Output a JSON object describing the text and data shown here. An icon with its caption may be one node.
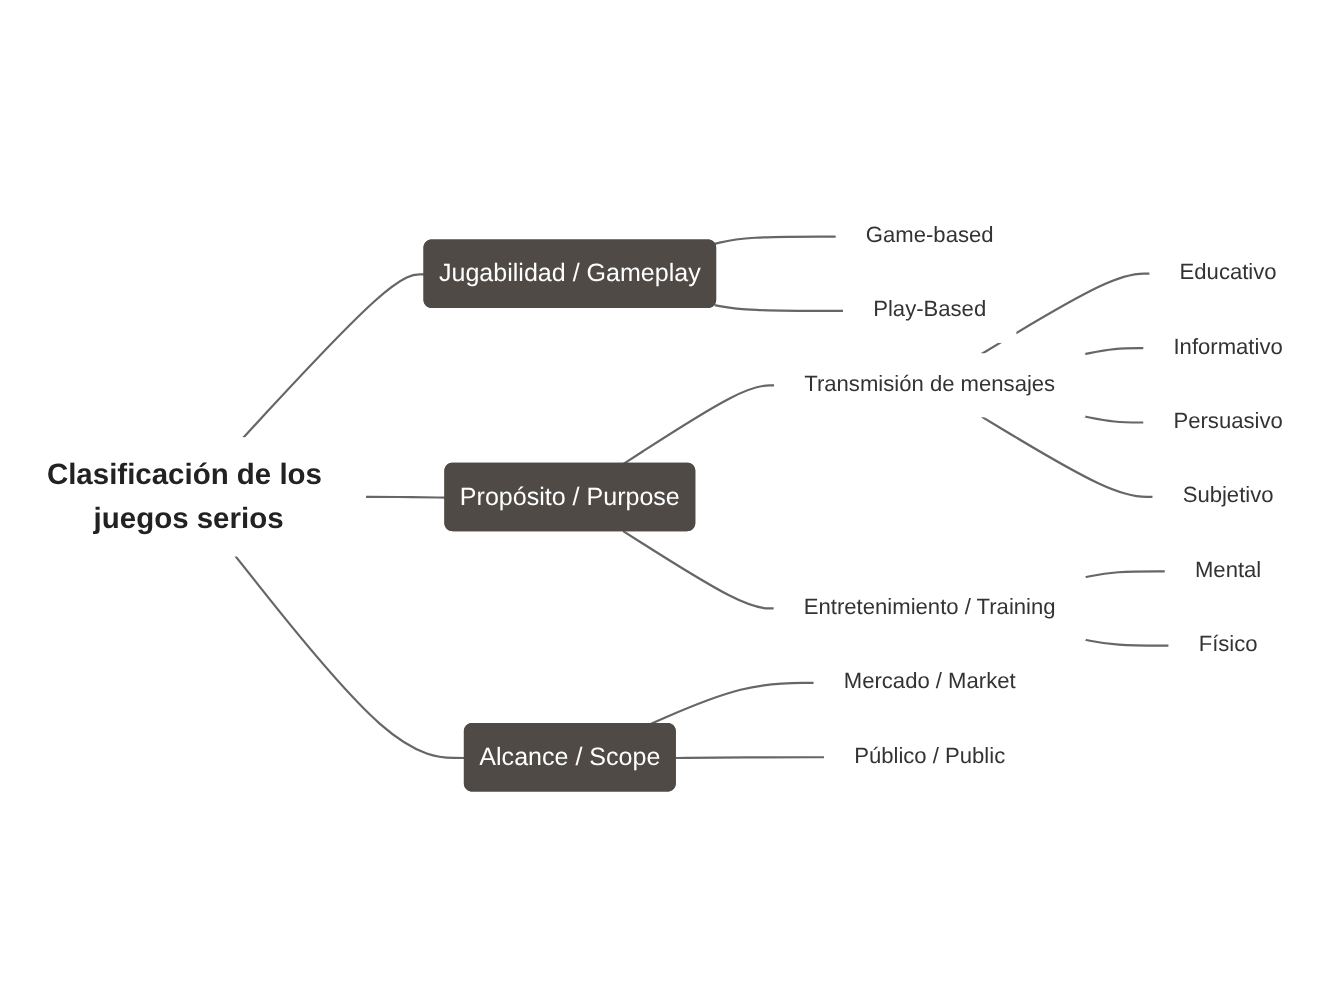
{
  "diagram": {
    "nodes": [
      {
        "text": [
          "Clasificación de los juegos serios"
        ]
      },
      {
        "text": [
          "Jugabilidad / Gameplay"
        ]
      },
      {
        "text": [
          "Game-based"
        ]
      },
      {
        "text": [
          "Play-Based"
        ]
      },
      {
        "text": [
          "Propósito / Purpose"
        ]
      },
      {
        "text": [
          "Transmisión de mensajes"
        ]
      },
      {
        "text": [
          "Educativo"
        ]
      },
      {
        "text": [
          "Informativo"
        ]
      },
      {
        "text": [
          "Persuasivo"
        ]
      },
      {
        "text": [
          "Subjetivo"
        ]
      },
      {
        "text": [
          "Entretenimiento / Training"
        ]
      },
      {
        "text": [
          "Mental"
        ]
      },
      {
        "text": [
          "Físico"
        ]
      },
      {
        "text": [
          "Alcance / Scope"
        ]
      },
      {
        "text": [
          "Mercado / Market"
        ]
      },
      {
        "text": [
          "Público / Public"
        ]
      }
    ],
    "edges": [
      {
        "from": 0,
        "to": 1,
        "arrow": "none"
      },
      {
        "from": 1,
        "to": 2,
        "arrow": "none"
      },
      {
        "from": 1,
        "to": 3,
        "arrow": "none"
      },
      {
        "from": 0,
        "to": 4,
        "arrow": "none"
      },
      {
        "from": 4,
        "to": 5,
        "arrow": "none"
      },
      {
        "from": 5,
        "to": 6,
        "arrow": "none"
      },
      {
        "from": 5,
        "to": 7,
        "arrow": "none"
      },
      {
        "from": 5,
        "to": 8,
        "arrow": "none"
      },
      {
        "from": 5,
        "to": 9,
        "arrow": "none"
      },
      {
        "from": 4,
        "to": 10,
        "arrow": "none"
      },
      {
        "from": 10,
        "to": 11,
        "arrow": "none"
      },
      {
        "from": 10,
        "to": 12,
        "arrow": "none"
      },
      {
        "from": 0,
        "to": 13,
        "arrow": "none"
      },
      {
        "from": 13,
        "to": 14,
        "arrow": "none"
      },
      {
        "from": 13,
        "to": 15,
        "arrow": "none"
      }
    ]
  }
}
